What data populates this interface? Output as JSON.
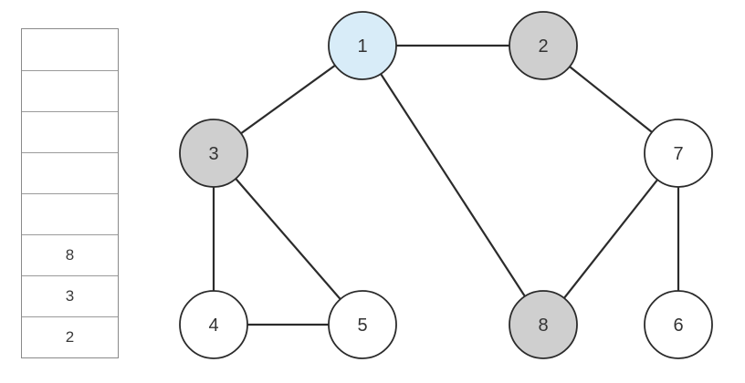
{
  "stack": {
    "cells": [
      "",
      "",
      "",
      "",
      "",
      "8",
      "3",
      "2"
    ]
  },
  "graph": {
    "nodes": [
      {
        "id": "1",
        "state": "current"
      },
      {
        "id": "2",
        "state": "visited"
      },
      {
        "id": "3",
        "state": "visited"
      },
      {
        "id": "4",
        "state": "unvisited"
      },
      {
        "id": "5",
        "state": "unvisited"
      },
      {
        "id": "6",
        "state": "unvisited"
      },
      {
        "id": "7",
        "state": "unvisited"
      },
      {
        "id": "8",
        "state": "visited"
      }
    ],
    "edges": [
      [
        "1",
        "2"
      ],
      [
        "1",
        "3"
      ],
      [
        "1",
        "8"
      ],
      [
        "2",
        "7"
      ],
      [
        "3",
        "4"
      ],
      [
        "3",
        "5"
      ],
      [
        "4",
        "5"
      ],
      [
        "7",
        "8"
      ],
      [
        "7",
        "6"
      ]
    ],
    "colors": {
      "current": "#d8ecf8",
      "visited": "#cfcfcf",
      "unvisited": "#ffffff"
    }
  }
}
